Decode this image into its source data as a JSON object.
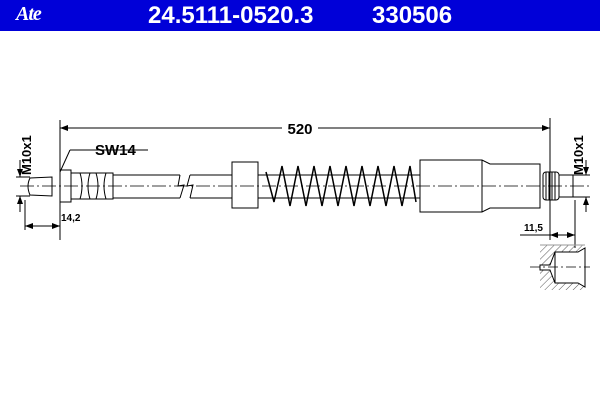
{
  "header": {
    "brand": "Ate",
    "part_number": "24.5111-0520.3",
    "code": "330506",
    "color": "#0000d8"
  },
  "drawing": {
    "length": "520",
    "wrench_size": "SW14",
    "thread_left": "M10x1",
    "thread_right": "M10x1",
    "dim_left": "14,2",
    "dim_right": "11,5"
  }
}
